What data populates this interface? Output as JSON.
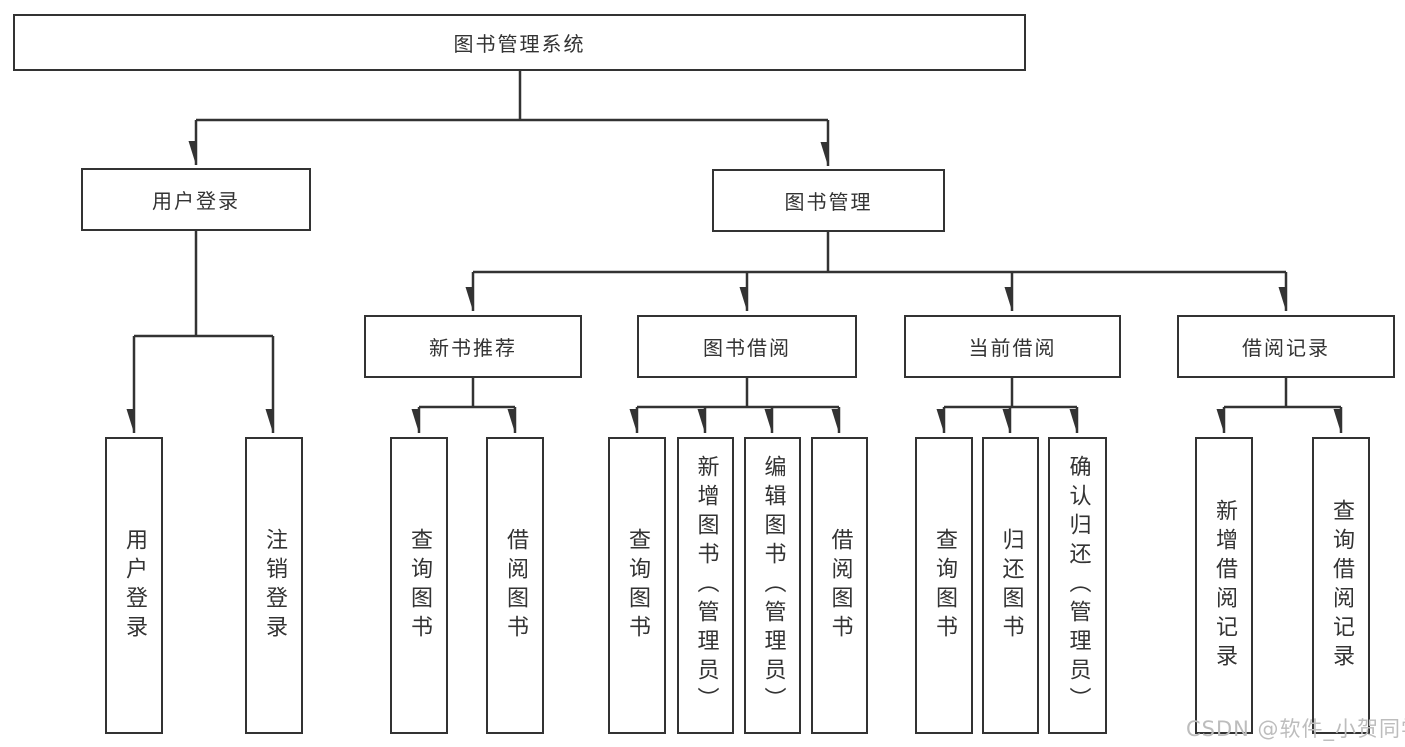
{
  "diagram_title": "图书管理系统",
  "colors": {
    "line": "#333333",
    "text": "#333333",
    "box_background": "#ffffff",
    "watermark": "#bdbdbd"
  },
  "nodes": {
    "root": "图书管理系统",
    "user_login": "用户登录",
    "book_mgmt": "图书管理",
    "new_book_rec": "新书推荐",
    "book_borrow": "图书借阅",
    "current_borrow": "当前借阅",
    "borrow_record": "借阅记录",
    "ul_login": "用户登录",
    "ul_logout": "注销登录",
    "nbr_query": "查询图书",
    "nbr_borrow": "借阅图书",
    "bb_query": "查询图书",
    "bb_add": "新增图书（管理员）",
    "bb_edit": "编辑图书（管理员）",
    "bb_borrow": "借阅图书",
    "cb_query": "查询图书",
    "cb_return": "归还图书",
    "cb_confirm": "确认归还（管理员）",
    "br_add": "新增借阅记录",
    "br_query": "查询借阅记录"
  },
  "watermark": "CSDN @软件_小贺同学"
}
